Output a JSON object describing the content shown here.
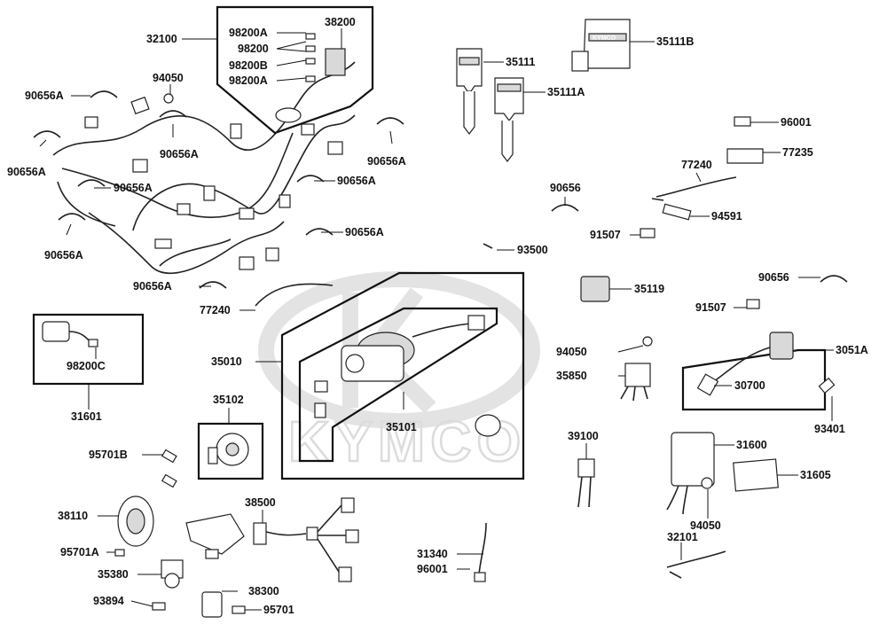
{
  "watermark": {
    "brand": "KYMCO"
  },
  "key_brand": "KYMCO",
  "labels": {
    "p32100": "32100",
    "p98200A_1": "98200A",
    "p98200": "98200",
    "p98200B": "98200B",
    "p98200A_2": "98200A",
    "p38200": "38200",
    "p94050_1": "94050",
    "p90656A_1": "90656A",
    "p90656A_2": "90656A",
    "p90656A_3": "90656A",
    "p90656A_4": "90656A",
    "p90656A_5": "90656A",
    "p90656A_6": "90656A",
    "p90656A_7": "90656A",
    "p90656A_8": "90656A",
    "p90656A_9": "90656A",
    "p35111": "35111",
    "p35111A": "35111A",
    "p35111B": "35111B",
    "p96001_1": "96001",
    "p77235": "77235",
    "p77240_1": "77240",
    "p90656_1": "90656",
    "p94591": "94591",
    "p91507_1": "91507",
    "p93500": "93500",
    "p35119": "35119",
    "p90656_2": "90656",
    "p91507_2": "91507",
    "p77240_2": "77240",
    "p98200C": "98200C",
    "p31601": "31601",
    "p35010": "35010",
    "p35101": "35101",
    "p94050_2": "94050",
    "p35850": "35850",
    "p3051A": "3051A",
    "p30700": "30700",
    "p93401": "93401",
    "p35102": "35102",
    "p95701B": "95701B",
    "p39100": "39100",
    "p31600": "31600",
    "p31605": "31605",
    "p94050_3": "94050",
    "p38110": "38110",
    "p38500": "38500",
    "p95701A": "95701A",
    "p35380": "35380",
    "p38300": "38300",
    "p93894": "93894",
    "p95701": "95701",
    "p31340": "31340",
    "p96001_2": "96001",
    "p32101": "32101"
  }
}
